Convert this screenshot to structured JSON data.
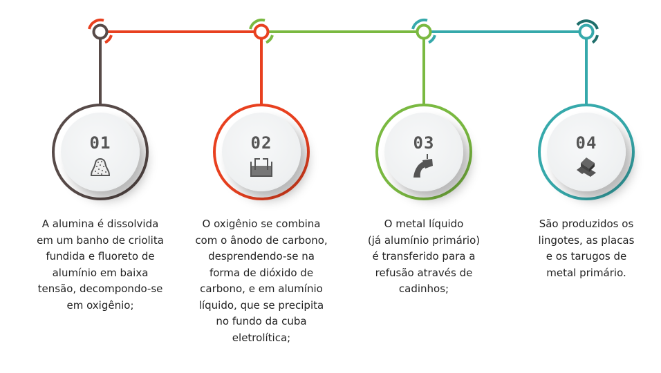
{
  "colors": {
    "step1": "#574a48",
    "step2": "#e8401f",
    "step3": "#7ab941",
    "step4": "#36a9ab",
    "step4_arc": "#1e6e6a"
  },
  "steps": [
    {
      "number": "01",
      "icon": "alumina-pile-icon",
      "lines": [
        "A alumina é dissolvida",
        "em um banho de criolita",
        "fundida e fluoreto de",
        "alumínio em baixa",
        "tensão, decompondo-se",
        "em oxigênio;"
      ]
    },
    {
      "number": "02",
      "icon": "electrolytic-cell-icon",
      "lines": [
        "O oxigênio se combina",
        "com o ânodo de carbono,",
        "desprendendo-se na",
        "forma de dióxido de",
        "carbono, e em alumínio",
        "líquido, que se precipita",
        "no fundo da cuba",
        "eletrolítica;"
      ]
    },
    {
      "number": "03",
      "icon": "pouring-crucible-icon",
      "lines": [
        "O metal líquido",
        "(já alumínio primário)",
        "é transferido para a",
        "refusão através de",
        "cadinhos;"
      ]
    },
    {
      "number": "04",
      "icon": "ingots-icon",
      "lines": [
        "São produzidos os",
        "lingotes, as placas",
        "e os tarugos de",
        "metal primário."
      ]
    }
  ]
}
